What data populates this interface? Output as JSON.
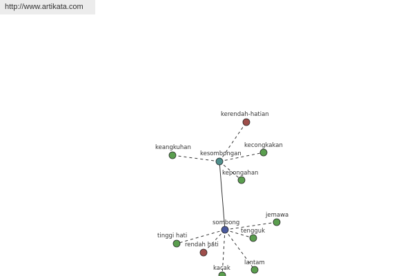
{
  "banner": {
    "url_text": "http://www.artikata.com"
  },
  "colors": {
    "hub": "#4a5a9e",
    "hub2": "#4f8f8c",
    "synonym": "#5a9e4e",
    "antonym": "#9e4e4a",
    "banner_bg": "#ececec"
  },
  "graph": {
    "nodes": [
      {
        "id": "sombong",
        "label": "sombong",
        "kind": "hub"
      },
      {
        "id": "kesombongan",
        "label": "kesombongan",
        "kind": "hub2"
      },
      {
        "id": "kerendah-hatian",
        "label": "kerendah-hatian",
        "kind": "antonym"
      },
      {
        "id": "keangkuhan",
        "label": "keangkuhan",
        "kind": "synonym"
      },
      {
        "id": "kecongkakan",
        "label": "kecongkakan",
        "kind": "synonym"
      },
      {
        "id": "kepongahan",
        "label": "kepongahan",
        "kind": "synonym"
      },
      {
        "id": "jemawa",
        "label": "jemawa",
        "kind": "synonym"
      },
      {
        "id": "tengguk",
        "label": "tengguk",
        "kind": "synonym"
      },
      {
        "id": "tinggi-hati",
        "label": "tinggi hati",
        "kind": "synonym"
      },
      {
        "id": "rendah-hati",
        "label": "rendah hati",
        "kind": "antonym"
      },
      {
        "id": "lantam",
        "label": "lantam",
        "kind": "synonym"
      },
      {
        "id": "kacak",
        "label": "kacak",
        "kind": "synonym"
      }
    ],
    "edges": [
      {
        "from": "sombong",
        "to": "kesombongan",
        "style": "solid"
      },
      {
        "from": "kesombongan",
        "to": "kerendah-hatian",
        "style": "dashed"
      },
      {
        "from": "kesombongan",
        "to": "keangkuhan",
        "style": "dashed"
      },
      {
        "from": "kesombongan",
        "to": "kecongkakan",
        "style": "dashed"
      },
      {
        "from": "kesombongan",
        "to": "kepongahan",
        "style": "dashed"
      },
      {
        "from": "sombong",
        "to": "jemawa",
        "style": "dashed"
      },
      {
        "from": "sombong",
        "to": "tengguk",
        "style": "dashed"
      },
      {
        "from": "sombong",
        "to": "tinggi-hati",
        "style": "dashed"
      },
      {
        "from": "sombong",
        "to": "rendah-hati",
        "style": "dashed"
      },
      {
        "from": "sombong",
        "to": "lantam",
        "style": "dashed"
      },
      {
        "from": "sombong",
        "to": "kacak",
        "style": "dashed"
      }
    ]
  }
}
